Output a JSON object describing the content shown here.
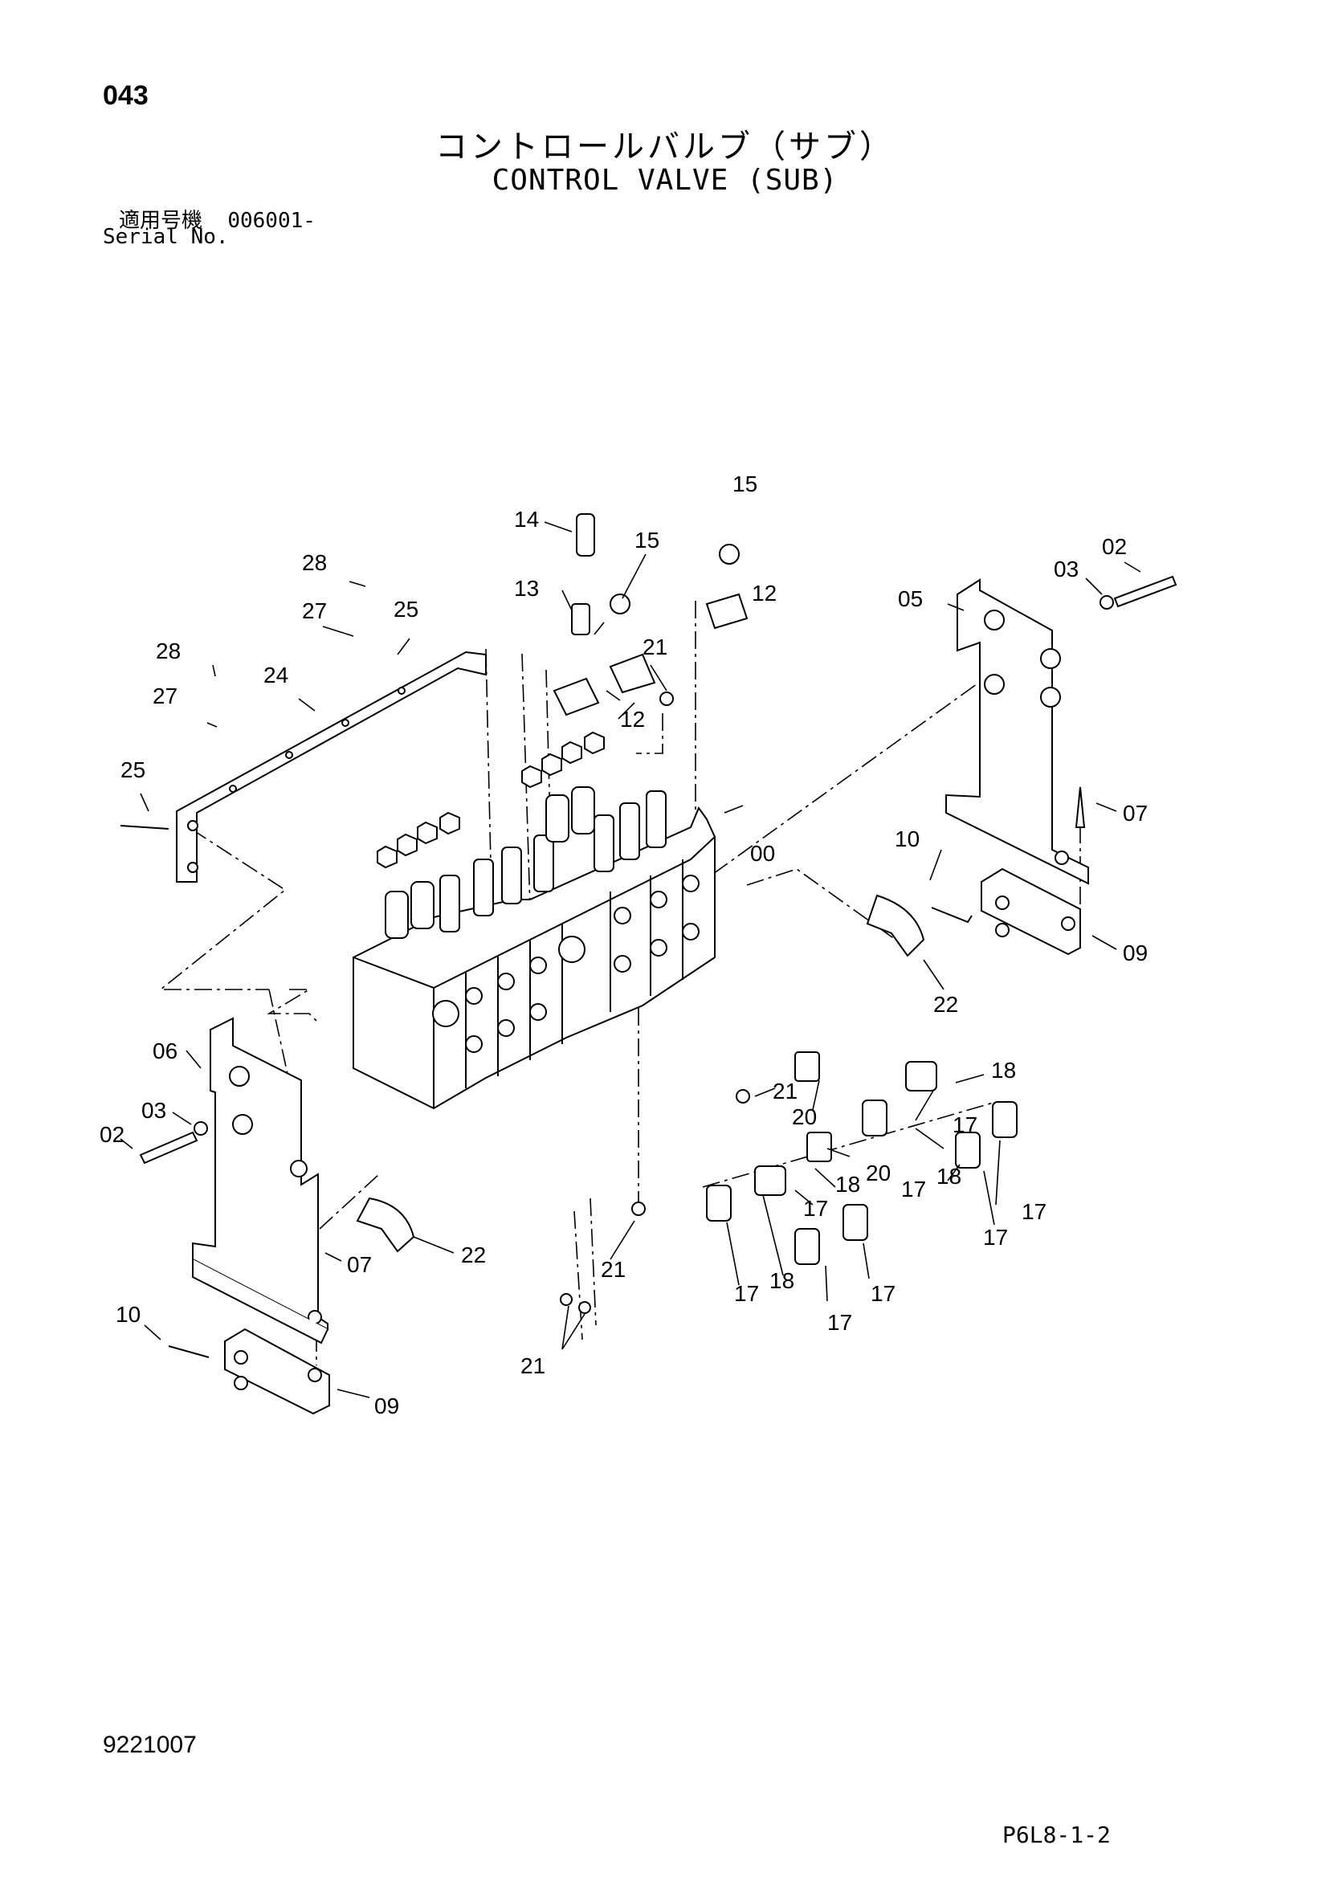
{
  "header": {
    "page_number": "043",
    "title_jp": "コントロールバルブ（サブ）",
    "title_en": "CONTROL VALVE (SUB)",
    "serial_label_jp": "適用号機",
    "serial_value": "006001-",
    "serial_label_en": "Serial No."
  },
  "footer": {
    "doc_code": "9221007",
    "page_code": "P6L8-1-2"
  },
  "callouts": [
    {
      "id": "c15a",
      "label": "15"
    },
    {
      "id": "c14",
      "label": "14"
    },
    {
      "id": "c15b",
      "label": "15"
    },
    {
      "id": "c02a",
      "label": "02"
    },
    {
      "id": "c03a",
      "label": "03"
    },
    {
      "id": "c28a",
      "label": "28"
    },
    {
      "id": "c13",
      "label": "13"
    },
    {
      "id": "c12a",
      "label": "12"
    },
    {
      "id": "c05",
      "label": "05"
    },
    {
      "id": "c27a",
      "label": "27"
    },
    {
      "id": "c25a",
      "label": "25"
    },
    {
      "id": "c21a",
      "label": "21"
    },
    {
      "id": "c28b",
      "label": "28"
    },
    {
      "id": "c24",
      "label": "24"
    },
    {
      "id": "c27b",
      "label": "27"
    },
    {
      "id": "c12b",
      "label": "12"
    },
    {
      "id": "c25b",
      "label": "25"
    },
    {
      "id": "c07a",
      "label": "07"
    },
    {
      "id": "c10a",
      "label": "10"
    },
    {
      "id": "c00",
      "label": "00"
    },
    {
      "id": "c09a",
      "label": "09"
    },
    {
      "id": "c22a",
      "label": "22"
    },
    {
      "id": "c06",
      "label": "06"
    },
    {
      "id": "c18a",
      "label": "18"
    },
    {
      "id": "c21b",
      "label": "21"
    },
    {
      "id": "c03b",
      "label": "03"
    },
    {
      "id": "c20a",
      "label": "20"
    },
    {
      "id": "c17a",
      "label": "17"
    },
    {
      "id": "c02b",
      "label": "02"
    },
    {
      "id": "c20b",
      "label": "20"
    },
    {
      "id": "c17b",
      "label": "17"
    },
    {
      "id": "c18b",
      "label": "18"
    },
    {
      "id": "c18c",
      "label": "18"
    },
    {
      "id": "c17c",
      "label": "17"
    },
    {
      "id": "c17d",
      "label": "17"
    },
    {
      "id": "c22b",
      "label": "22"
    },
    {
      "id": "c07b",
      "label": "07"
    },
    {
      "id": "c21c",
      "label": "21"
    },
    {
      "id": "c17e",
      "label": "17"
    },
    {
      "id": "c18d",
      "label": "18"
    },
    {
      "id": "c17f",
      "label": "17"
    },
    {
      "id": "c17g",
      "label": "17"
    },
    {
      "id": "c10b",
      "label": "10"
    },
    {
      "id": "c21d",
      "label": "21"
    },
    {
      "id": "c09b",
      "label": "09"
    }
  ]
}
